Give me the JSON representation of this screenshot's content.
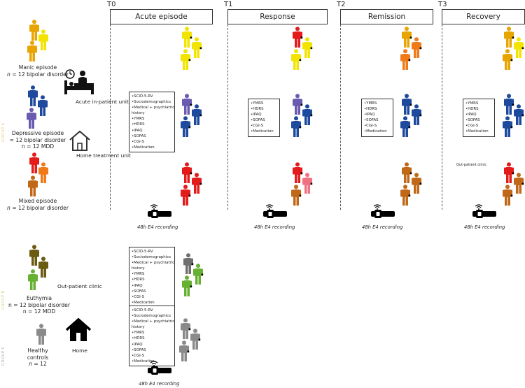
{
  "timepoints": [
    {
      "code": "T0",
      "phase": "Acute episode",
      "recording": "48h E4 recording"
    },
    {
      "code": "T1",
      "phase": "Response",
      "recording": "48h E4 recording"
    },
    {
      "code": "T2",
      "phase": "Remission",
      "recording": "48h E4 recording"
    },
    {
      "code": "T3",
      "phase": "Recovery",
      "recording": "48h E4 recording"
    }
  ],
  "groups": {
    "a": {
      "label": "GROUP A",
      "color": "#e8c88a"
    },
    "b": {
      "label": "GROUP B",
      "color": "#c8d890"
    },
    "c": {
      "label": "GROUP C",
      "color": "#b0b0b0"
    }
  },
  "episodes": {
    "manic": {
      "title": "Manic episode",
      "n_label": "n",
      "n_text": " = 12 bipolar disorder"
    },
    "depressive": {
      "title": "Depressive episode",
      "line2": "= 12 bipolar disorder",
      "line3": "n = 12 MDD"
    },
    "mixed": {
      "title": "Mixed episode",
      "n_label": "n",
      "n_text": " = 12 bipolar disorder"
    },
    "euthymia": {
      "title": "Euthymia",
      "line2": "n = 12 bipolar disorder",
      "line3": "n = 12 MDD"
    },
    "healthy": {
      "title1": "Healthy",
      "title2": "controls",
      "n_label": "n",
      "n_text": " = 12"
    }
  },
  "units": {
    "acute": "Acute in-patient unit",
    "home_treatment": "Home treatment unit",
    "outpatient_b": "Out-patient clinic",
    "outpatient_t3": "Out-patient clinic",
    "home": "Home"
  },
  "measures_full": [
    "•SCID-5-RV",
    "•Sociodemographics",
    "•Medical + psychiatric",
    "history",
    "•YMRS",
    "•HDRS",
    "•IPAQ",
    "•SOFAS",
    "•CGI-S",
    "•Medication"
  ],
  "measures_short": [
    "•YMRS",
    "•HDRS",
    "•IPAQ",
    "•SOFAS",
    "•CGI-S",
    "•Medication"
  ],
  "colors": {
    "manic_yellow": "#f2e400",
    "manic_amber": "#e8a400",
    "depressive_blue": "#1d4a9c",
    "depressive_purple": "#6a5ab0",
    "mixed_red": "#e31b1b",
    "mixed_orange": "#f07a1a",
    "mixed_brown": "#c06818",
    "mixed_pink": "#f07080",
    "euthymia_olive": "#6b5a12",
    "euthymia_green": "#66b032",
    "euthymia_grey": "#707070",
    "healthy_grey": "#8a8a8a"
  }
}
